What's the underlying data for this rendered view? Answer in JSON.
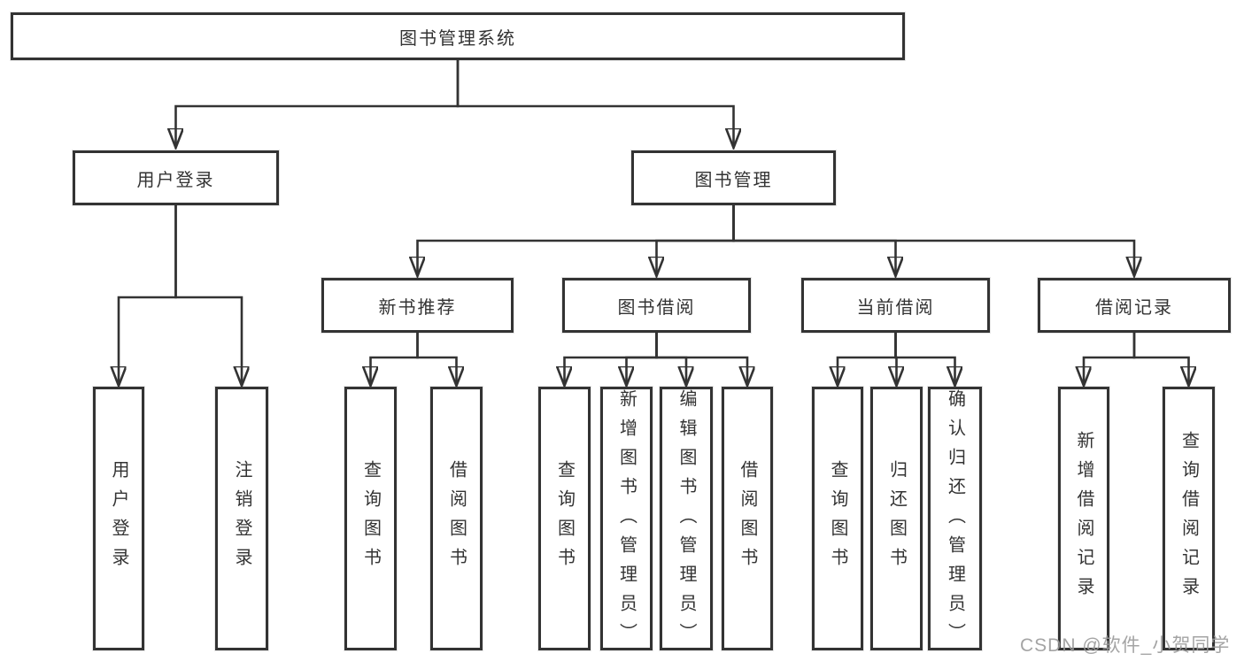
{
  "diagram": {
    "type": "hierarchy",
    "root": {
      "label": "图书管理系统",
      "children": [
        {
          "label": "用户登录",
          "children": [
            {
              "label": "用户登录"
            },
            {
              "label": "注销登录"
            }
          ]
        },
        {
          "label": "图书管理",
          "children": [
            {
              "label": "新书推荐",
              "children": [
                {
                  "label": "查询图书"
                },
                {
                  "label": "借阅图书"
                }
              ]
            },
            {
              "label": "图书借阅",
              "children": [
                {
                  "label": "查询图书"
                },
                {
                  "label": "新增图书（管理员）"
                },
                {
                  "label": "编辑图书（管理员）"
                },
                {
                  "label": "借阅图书"
                }
              ]
            },
            {
              "label": "当前借阅",
              "children": [
                {
                  "label": "查询图书"
                },
                {
                  "label": "归还图书"
                },
                {
                  "label": "确认归还（管理员）"
                }
              ]
            },
            {
              "label": "借阅记录",
              "children": [
                {
                  "label": "新增借阅记录"
                },
                {
                  "label": "查询借阅记录"
                }
              ]
            }
          ]
        }
      ]
    }
  },
  "watermark": {
    "text": "CSDN @软件_小贺同学"
  },
  "colors": {
    "line": "#333333",
    "border": "#333333",
    "text": "#333333",
    "background": "#ffffff",
    "watermark": "#9b9b9b"
  }
}
